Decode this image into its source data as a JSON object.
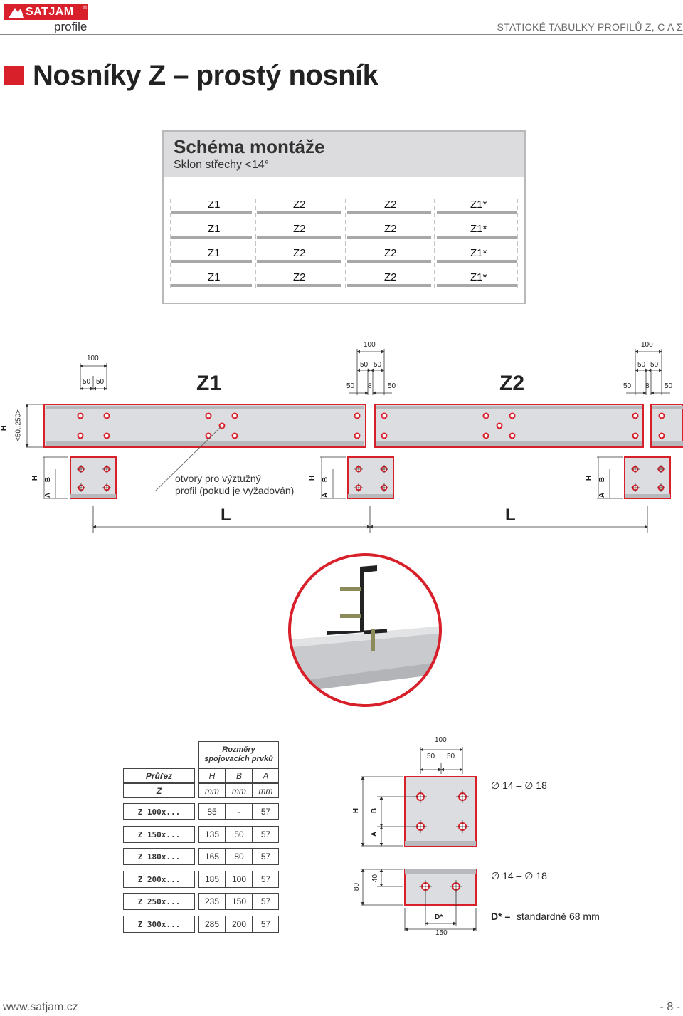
{
  "header": {
    "brand": "SATJAM",
    "brand_sub": "profile",
    "doc_title": "STATICKÉ TABULKY PROFILŮ Z, C A Σ"
  },
  "page_title": "Nosníky Z – prostý nosník",
  "schema": {
    "title": "Schéma montáže",
    "subtitle": "Sklon střechy <14°",
    "rows": [
      [
        "Z1",
        "Z2",
        "Z2",
        "Z1*"
      ],
      [
        "Z1",
        "Z2",
        "Z2",
        "Z1*"
      ],
      [
        "Z1",
        "Z2",
        "Z2",
        "Z1*"
      ],
      [
        "Z1",
        "Z2",
        "Z2",
        "Z1*"
      ]
    ]
  },
  "beam": {
    "z1_label": "Z1",
    "z2_label": "Z2",
    "dim_100": "100",
    "dim_50": "50",
    "dim_8": "8",
    "h_label": "H",
    "h_range": "<50..250>",
    "b_label": "B",
    "a_label": "A",
    "l_label": "L",
    "note_line1": "otvory pro výztužný",
    "note_line2": "profil (pokud je vyžadován)"
  },
  "table": {
    "group_head": "Rozměry spojovacích prvků",
    "col_section": "Průřez",
    "col_section_sub": "Z",
    "col_h": "H",
    "col_b": "B",
    "col_a": "A",
    "unit": "mm",
    "rows": [
      {
        "section": "Z 100x...",
        "h": "85",
        "b": "-",
        "a": "57"
      },
      {
        "section": "Z 150x...",
        "h": "135",
        "b": "50",
        "a": "57"
      },
      {
        "section": "Z 180x...",
        "h": "165",
        "b": "80",
        "a": "57"
      },
      {
        "section": "Z 200x...",
        "h": "185",
        "b": "100",
        "a": "57"
      },
      {
        "section": "Z 250x...",
        "h": "235",
        "b": "150",
        "a": "57"
      },
      {
        "section": "Z 300x...",
        "h": "285",
        "b": "200",
        "a": "57"
      }
    ]
  },
  "details": {
    "dim_100": "100",
    "dim_50": "50",
    "hole_spec_1": "∅ 14 – ∅ 18",
    "hole_spec_2": "∅ 14 – ∅ 18",
    "dim_80": "80",
    "dim_40": "40",
    "dim_150": "150",
    "d_label": "D*",
    "d_note_key": "D* –",
    "d_note_val": "standardně 68 mm"
  },
  "footer": {
    "website": "www.satjam.cz",
    "page": "- 8 -"
  },
  "colors": {
    "brand_red": "#d8202a",
    "beam_gray": "#dcdde0",
    "schema_head_gray": "#dcdcde"
  }
}
